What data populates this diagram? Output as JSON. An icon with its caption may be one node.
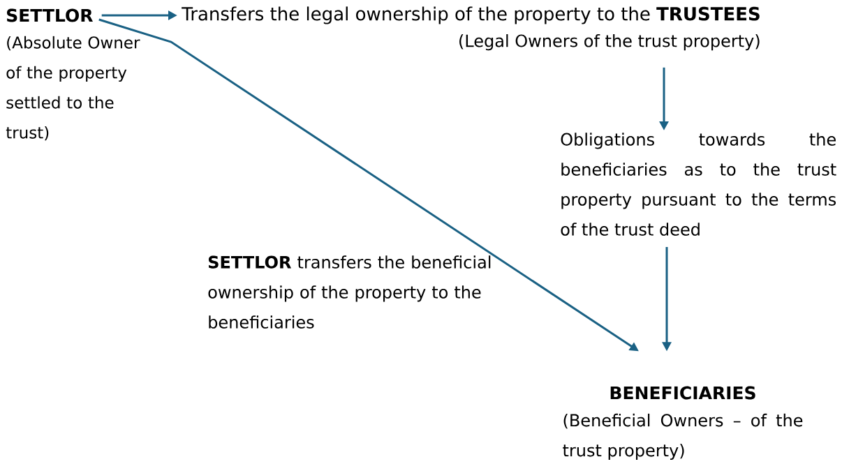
{
  "diagram": {
    "nodes": [
      {
        "text": [
          "SETTLOR"
        ],
        "beside": [
          "(Absolute Owner of the property settled to the trust)"
        ]
      },
      {
        "text": [
          "Transfers the legal ownership of the property to the **TRUSTEES**"
        ],
        "beside": [
          "(Legal Owners of the trust property)"
        ]
      },
      {
        "text": [
          "Obligations towards the beneficiaries as to the trust property pursuant to the terms of the trust deed"
        ]
      },
      {
        "text": [
          "BENEFICIARIES"
        ],
        "beside": [
          "(Beneficial Owners – of the trust property)"
        ]
      }
    ],
    "edges": [
      {
        "from": 0,
        "to": 1,
        "arrow": "to"
      },
      {
        "from": 0,
        "to": 3,
        "arrow": "to"
      },
      {
        "from": 1,
        "to": 2,
        "arrow": "to"
      },
      {
        "from": 2,
        "to": 3,
        "arrow": "to"
      }
    ],
    "labels": [
      "**SETTLOR** transfers the beneficial ownership of the property to the beneficiaries"
    ]
  }
}
